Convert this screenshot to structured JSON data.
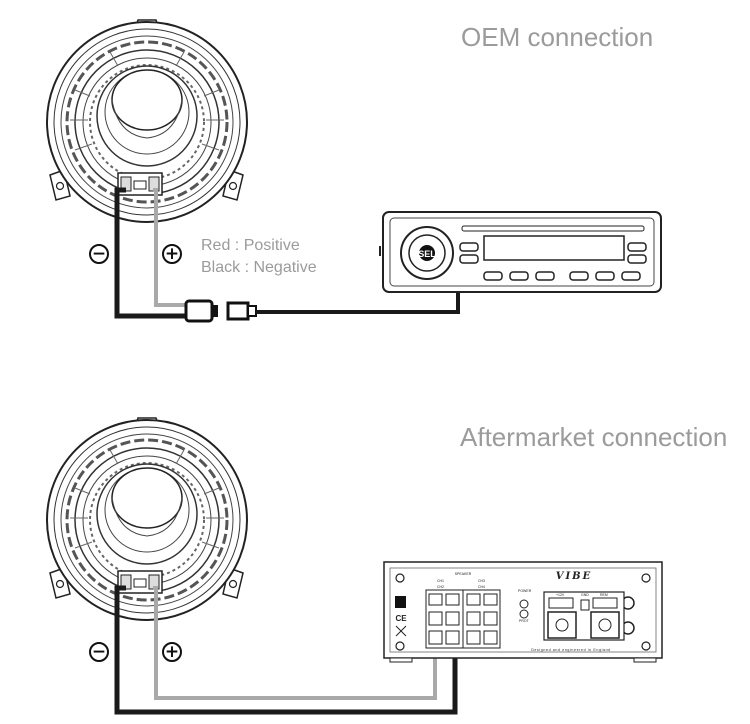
{
  "sections": {
    "oem": {
      "title": "OEM connection"
    },
    "aftermarket": {
      "title": "Aftermarket connection"
    }
  },
  "legend": {
    "red": "Red : Positive",
    "black": "Black : Negative"
  },
  "polarity": {
    "negative": "−",
    "positive": "+"
  },
  "head_unit": {
    "sel_label": "SEL"
  },
  "amplifier": {
    "brand": "VIBE",
    "tagline": "Designed and engineered in England",
    "ce_mark": "CE",
    "labels": {
      "ch1": "CH1",
      "ch2": "CH2",
      "ch3": "CH3",
      "ch4": "CH4",
      "speaker": "SPEAKER",
      "power": "POWER",
      "prot": "PROT",
      "v12": "+12V",
      "gnd": "GND",
      "rem": "REM"
    }
  },
  "wire_colors": {
    "positive": "#a9a9a9",
    "negative": "#1a1a1a"
  }
}
